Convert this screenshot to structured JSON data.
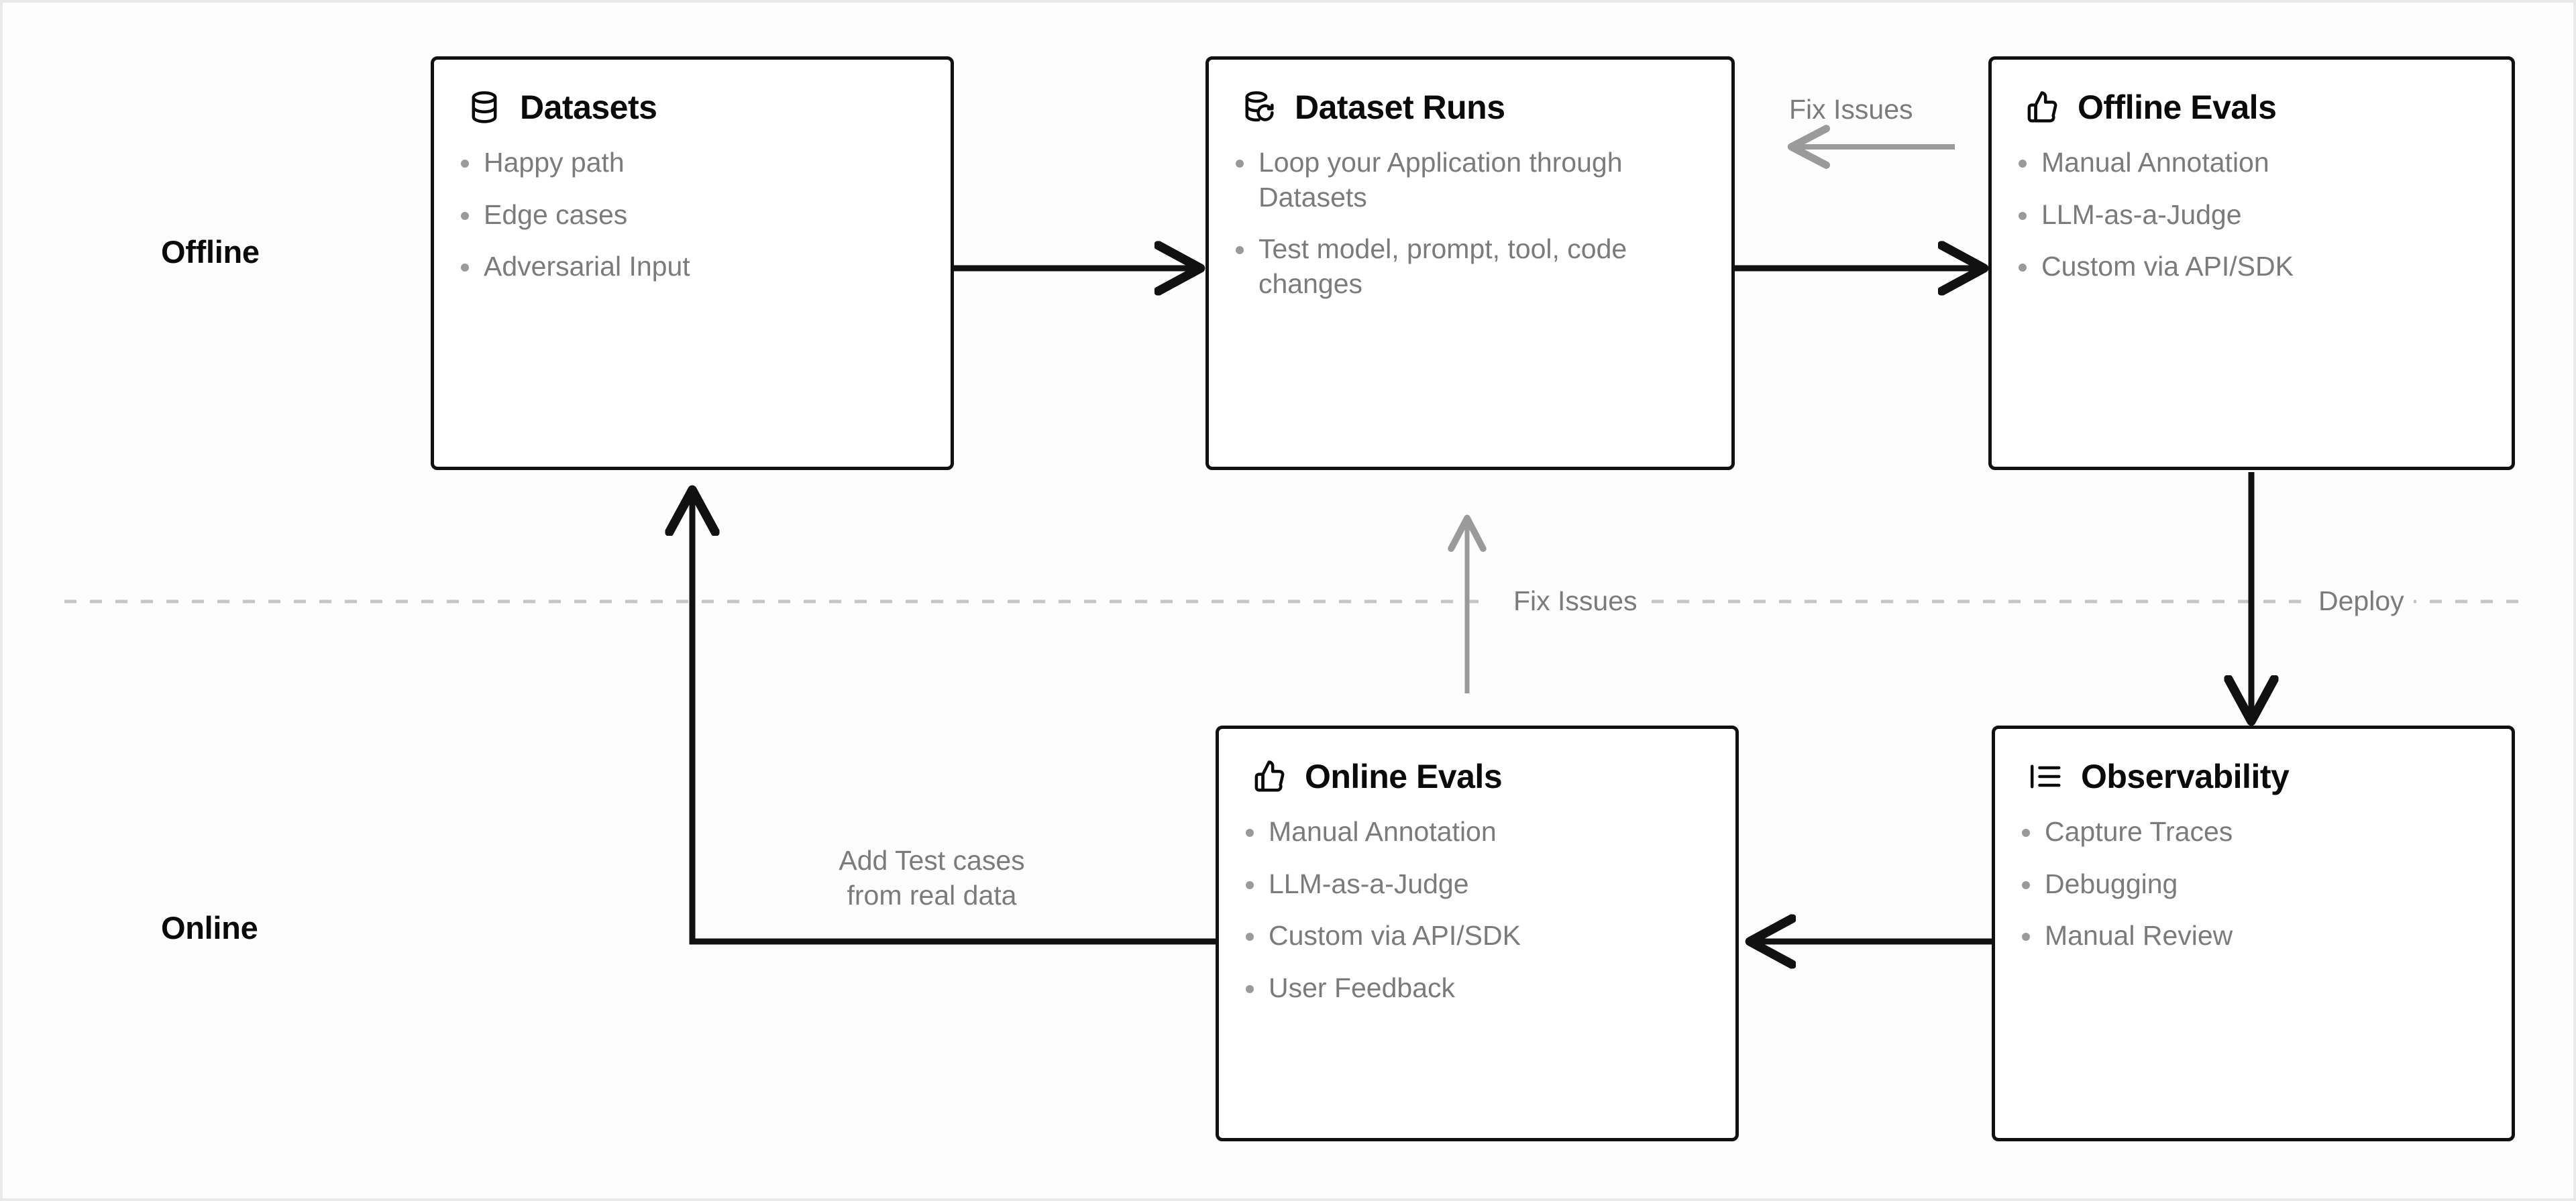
{
  "zones": [
    {
      "label": "Offline"
    },
    {
      "label": "Online"
    }
  ],
  "divider": {
    "labels": [
      {
        "text": "Fix Issues"
      },
      {
        "text": "Deploy"
      }
    ]
  },
  "nodes": [
    {
      "id": "datasets",
      "title": "Datasets",
      "icon": "database-icon",
      "items": [
        "Happy path",
        "Edge cases",
        "Adversarial Input"
      ]
    },
    {
      "id": "dataset-runs",
      "title": "Dataset Runs",
      "icon": "database-refresh-icon",
      "items": [
        "Loop your Application through Datasets",
        "Test model, prompt, tool, code changes"
      ]
    },
    {
      "id": "offline-evals",
      "title": "Offline Evals",
      "icon": "thumbs-up-icon",
      "items": [
        "Manual Annotation",
        "LLM-as-a-Judge",
        "Custom via API/SDK"
      ]
    },
    {
      "id": "online-evals",
      "title": "Online Evals",
      "icon": "thumbs-up-icon",
      "items": [
        "Manual Annotation",
        "LLM-as-a-Judge",
        "Custom via API/SDK",
        "User Feedback"
      ]
    },
    {
      "id": "observability",
      "title": "Observability",
      "icon": "list-tree-icon",
      "items": [
        "Capture Traces",
        "Debugging",
        "Manual Review"
      ]
    }
  ],
  "edges": [
    {
      "id": "datasets-to-runs",
      "label": "",
      "color": "#111111"
    },
    {
      "id": "runs-to-offline-evals",
      "label": "",
      "color": "#111111"
    },
    {
      "id": "offline-evals-to-runs",
      "label": "Fix Issues",
      "color": "#9a9a9a"
    },
    {
      "id": "offline-evals-to-observability",
      "label": "Deploy",
      "color": "#111111"
    },
    {
      "id": "observability-to-online-evals",
      "label": "",
      "color": "#111111"
    },
    {
      "id": "online-evals-to-datasets",
      "label": "Add Test cases\nfrom real data",
      "color": "#111111"
    },
    {
      "id": "online-evals-to-dataset-runs",
      "label": "Fix Issues",
      "color": "#9a9a9a"
    }
  ],
  "labels": {
    "fix_issues_top": "Fix Issues",
    "fix_issues_mid": "Fix Issues",
    "deploy": "Deploy",
    "add_test_cases_line1": "Add Test cases",
    "add_test_cases_line2": "from real data"
  },
  "colors": {
    "stroke": "#111111",
    "muted": "#9a9a9a",
    "text_muted": "#7b7b7b",
    "text": "#0a0a0a",
    "background": "#fdfdfd"
  }
}
